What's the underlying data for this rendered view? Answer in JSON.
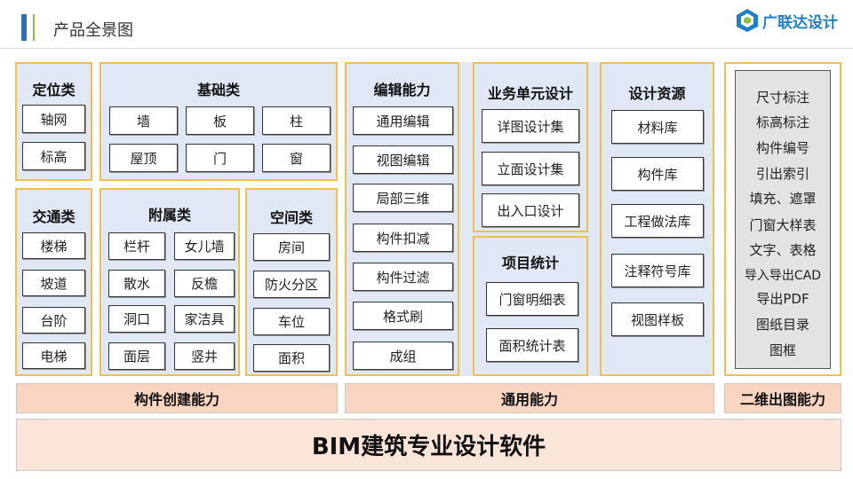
{
  "header": {
    "title": "产品全景图",
    "logo_text": "广联达设计"
  },
  "groups": {
    "dingwei": {
      "title": "定位类",
      "items": [
        "轴网",
        "标高"
      ]
    },
    "jichu": {
      "title": "基础类",
      "items": [
        "墙",
        "板",
        "柱",
        "屋顶",
        "门",
        "窗"
      ]
    },
    "jiaotong": {
      "title": "交通类",
      "items": [
        "楼梯",
        "坡道",
        "台阶",
        "电梯"
      ]
    },
    "fushu": {
      "title": "附属类",
      "items": [
        "栏杆",
        "女儿墙",
        "散水",
        "反檐",
        "洞口",
        "家洁具",
        "面层",
        "竖井"
      ]
    },
    "kongjian": {
      "title": "空间类",
      "items": [
        "房间",
        "防火分区",
        "车位",
        "面积"
      ]
    },
    "bianji": {
      "title": "编辑能力",
      "items": [
        "通用编辑",
        "视图编辑",
        "局部三维",
        "构件扣减",
        "构件过滤",
        "格式刷",
        "成组"
      ]
    },
    "yewu": {
      "title": "业务单元设计",
      "items": [
        "详图设计集",
        "立面设计集",
        "出入口设计"
      ]
    },
    "xiangmu": {
      "title": "项目统计",
      "items": [
        "门窗明细表",
        "面积统计表"
      ]
    },
    "ziyuan": {
      "title": "设计资源",
      "items": [
        "材料库",
        "构件库",
        "工程做法库",
        "注释符号库",
        "视图样板"
      ]
    },
    "erwei": {
      "items": [
        "尺寸标注",
        "标高标注",
        "构件编号",
        "引出索引",
        "填充、遮罩",
        "门窗大样表",
        "文字、表格",
        "导入导出CAD",
        "导出PDF",
        "图纸目录",
        "图框"
      ]
    }
  },
  "bands": {
    "goujian": "构件创建能力",
    "tongyong": "通用能力",
    "erwei": "二维出图能力"
  },
  "base": "BIM建筑专业设计软件",
  "colors": {
    "border": "#f2c04a",
    "panel": "#dfe8f4",
    "band": "#f9d5c2",
    "base": "#fbe4d8",
    "brand": "#1f7fc8"
  }
}
